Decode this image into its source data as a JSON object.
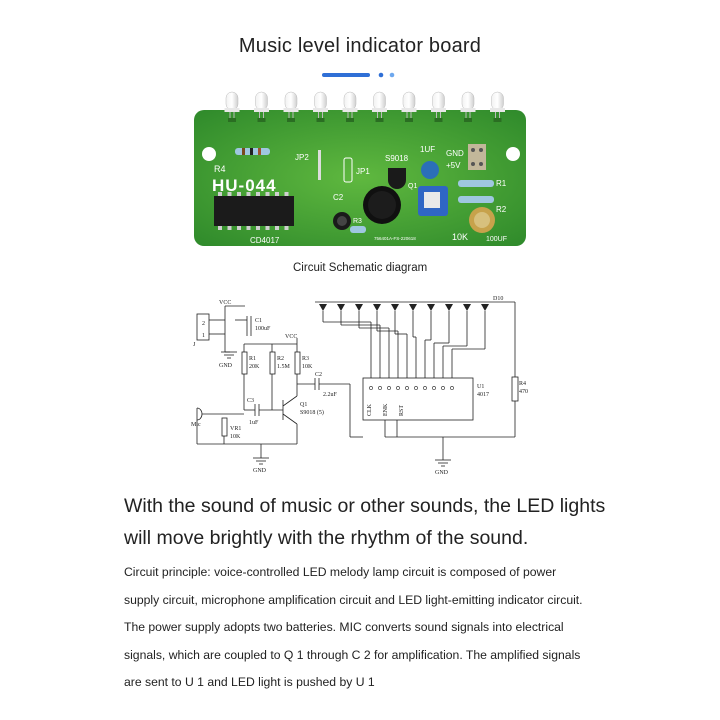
{
  "page": {
    "title": "Music level indicator board",
    "headline": "With the sound of music or other sounds, the LED lights will move brightly with the rhythm of the sound.",
    "body": "Circuit principle: voice-controlled LED melody lamp circuit is composed of power supply circuit, microphone amplification circuit and LED light-emitting indicator circuit. The power supply adopts two batteries. MIC converts sound signals into electrical signals, which are coupled to Q 1 through C 2 for amplification. The amplified signals are sent to U 1 and LED light is pushed by U 1"
  },
  "board": {
    "model": "HU-044",
    "chip": "CD4017",
    "labels": {
      "r4": "R4",
      "jp2": "JP2",
      "jp1": "JP1",
      "s9018": "S9018",
      "q1": "Q1",
      "c1uf": "1UF",
      "gnd": "GND",
      "plus5v": "+5V",
      "r1": "R1",
      "r2": "R2",
      "r3": "R3",
      "c2": "C2",
      "pot": "10K",
      "cap": "100UF",
      "serial": "756401A-FS-220618"
    }
  },
  "schematic": {
    "caption": "Circuit Schematic diagram",
    "labels": {
      "vcc1": "VCC",
      "vcc2": "VCC",
      "c1": "C1",
      "c1v": "100uF",
      "gnd1": "GND",
      "r1": "R1",
      "r1v": "20K",
      "r2": "R2",
      "r2v": "1.5M",
      "r3": "R3",
      "r3v": "10K",
      "c2": "C2",
      "c2v": "2.2uF",
      "c3": "C3",
      "c3v": "1uF",
      "q1": "Q1",
      "q1v": "S9018 (5)",
      "vr1": "VR1",
      "vr1v": "10K",
      "mic": "Mic",
      "gnd2": "GND",
      "gnd3": "GND",
      "u1": "U1",
      "u1v": "4017",
      "clk": "CLK",
      "enk": "ENK",
      "rst": "RST",
      "r4": "R4",
      "r4v": "470",
      "d10": "D10",
      "j1a": "2",
      "j1b": "1",
      "j1c": "J"
    }
  },
  "colors": {
    "accent": "#2f6fd6",
    "pcb_green": "#3f9c33"
  }
}
